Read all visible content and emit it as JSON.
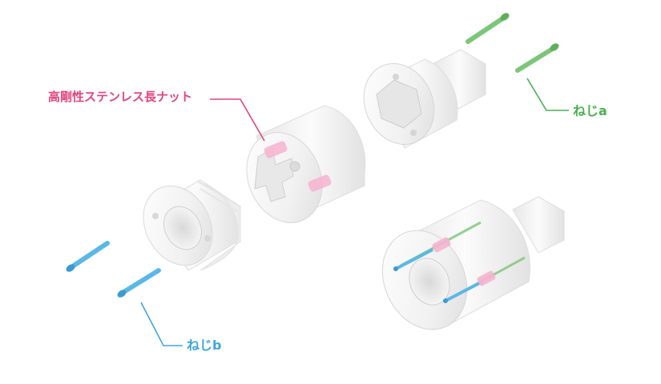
{
  "labels": {
    "nut": "高剛性ステンレス長ナット",
    "screw_a": "ねじa",
    "screw_b": "ねじb"
  },
  "colors": {
    "nut": "#e2457f",
    "screw_a": "#4caf50",
    "screw_b": "#3ea6dc",
    "part_body": "#f3f3f3",
    "part_edge": "#d6d6d6",
    "pink_insert": "#f6b3cf",
    "green_screw": "#7cc67a",
    "blue_screw": "#5bb8e6"
  },
  "icons": {
    "screw": "hex-socket-screw-icon",
    "nut": "long-nut-icon"
  }
}
